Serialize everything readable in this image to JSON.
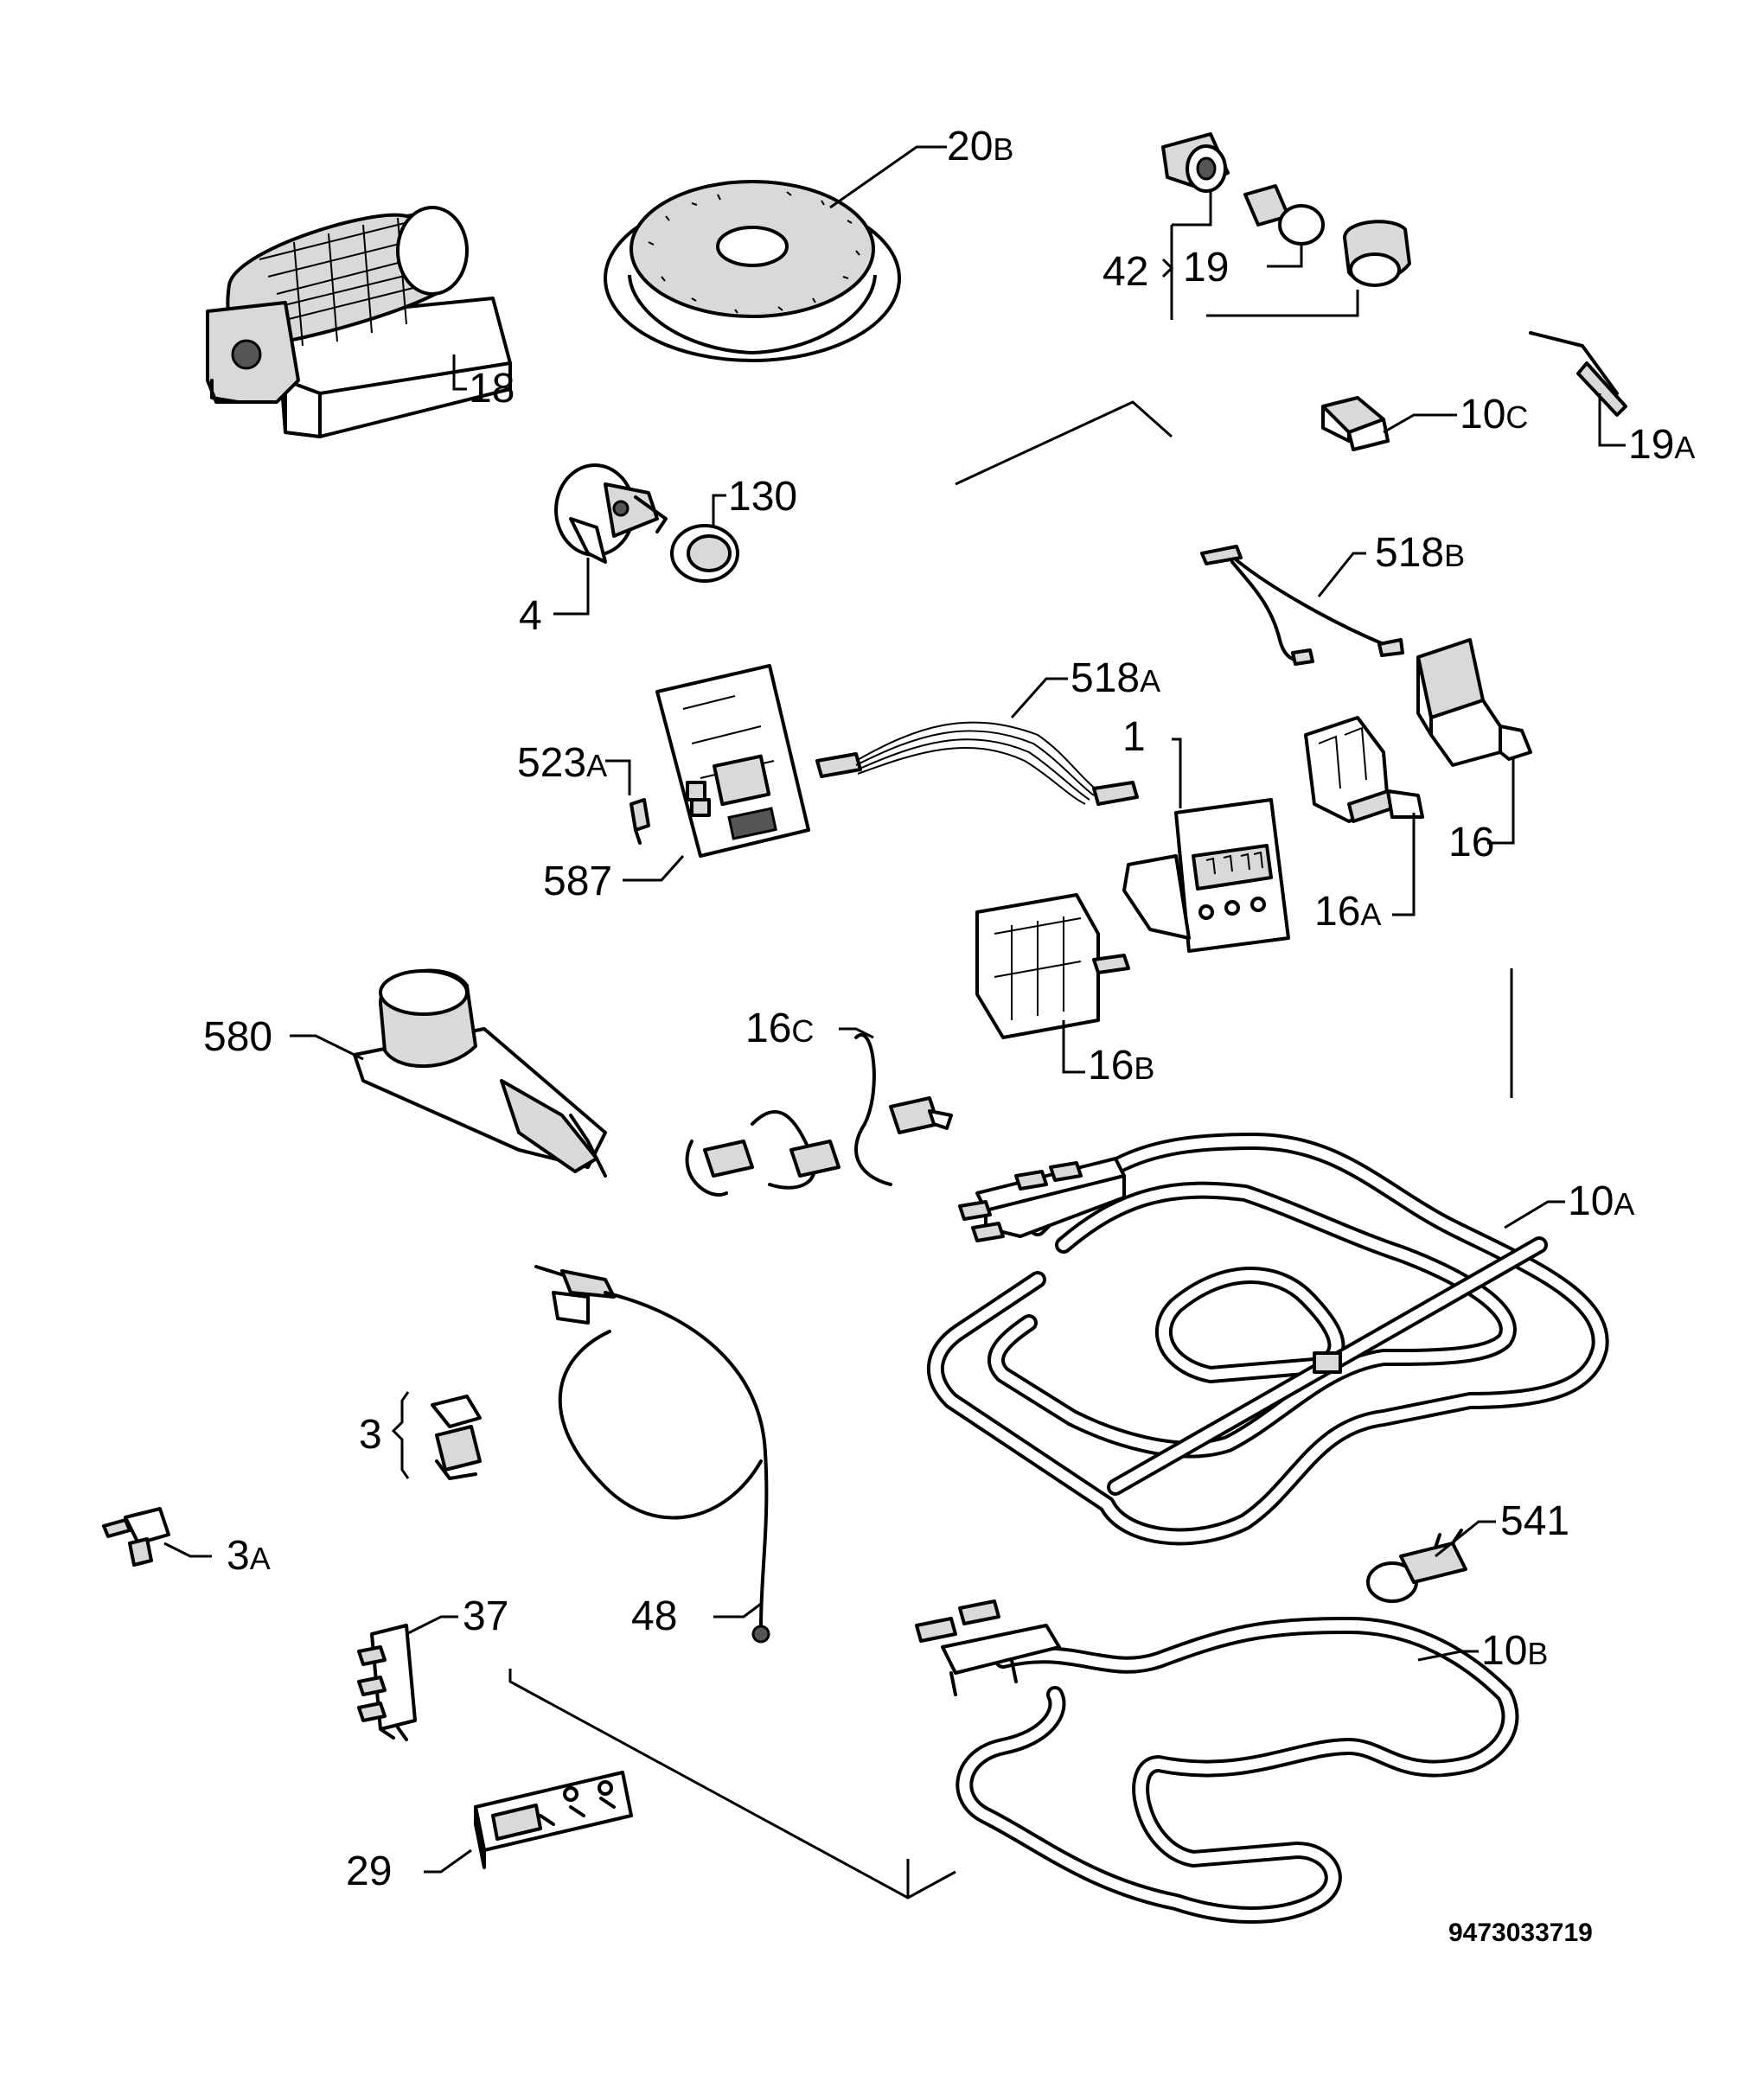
{
  "labels": {
    "p18": "18",
    "p20b": "20",
    "p20b_suffix": "B",
    "p42": "42",
    "p19": "19",
    "p10c": "10",
    "p10c_suffix": "C",
    "p19a": "19",
    "p19a_suffix": "A",
    "p4": "4",
    "p130": "130",
    "p518b": "518",
    "p518b_suffix": "B",
    "p518a": "518",
    "p518a_suffix": "A",
    "p523a": "523",
    "p523a_suffix": "A",
    "p587": "587",
    "p1": "1",
    "p16": "16",
    "p16a": "16",
    "p16a_suffix": "A",
    "p580": "580",
    "p16c": "16",
    "p16c_suffix": "C",
    "p16b": "16",
    "p16b_suffix": "B",
    "p10a": "10",
    "p10a_suffix": "A",
    "p3": "3",
    "p3a": "3",
    "p3a_suffix": "A",
    "p541": "541",
    "p37": "37",
    "p48": "48",
    "p10b": "10",
    "p10b_suffix": "B",
    "p29": "29"
  },
  "document_number": "9473033719"
}
